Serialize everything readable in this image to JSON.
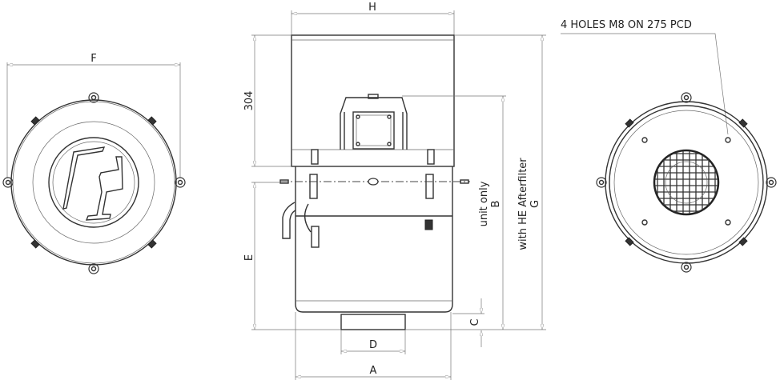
{
  "labels": {
    "F": "F",
    "H": "H",
    "dim_304": "304",
    "E": "E",
    "D": "D",
    "A": "A",
    "C": "C",
    "unit_only": "unit only",
    "B": "B",
    "with_he_afterfilter": "with HE Afterfilter",
    "G": "G",
    "holes_note": "4 HOLES M8 ON 275 PCD"
  },
  "views": [
    "top-view-logo",
    "side-elevation",
    "bottom-view-grille"
  ]
}
